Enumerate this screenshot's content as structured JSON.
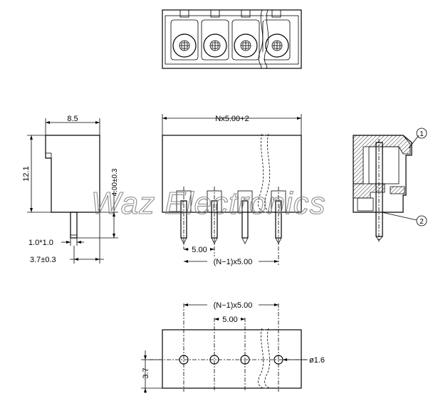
{
  "drawing": {
    "dim_pitch_total": "Nx5.00+2",
    "dim_width": "8.5",
    "dim_height": "12.1",
    "dim_pin_length": "4.00±0.3",
    "dim_pin_size": "1.0*1.0",
    "dim_pin_offset": "3.7±0.3",
    "dim_pitch": "5.00",
    "dim_pitch_span": "(N−1)x5.00",
    "dim_pitch_span_bottom": "(N−1)x5.00",
    "dim_pitch_bottom": "5.00",
    "dim_row_offset": "3.7",
    "dim_hole_dia": "ø1.6",
    "callout_1": "1",
    "callout_2": "2",
    "watermark": "Waz Electronics"
  }
}
